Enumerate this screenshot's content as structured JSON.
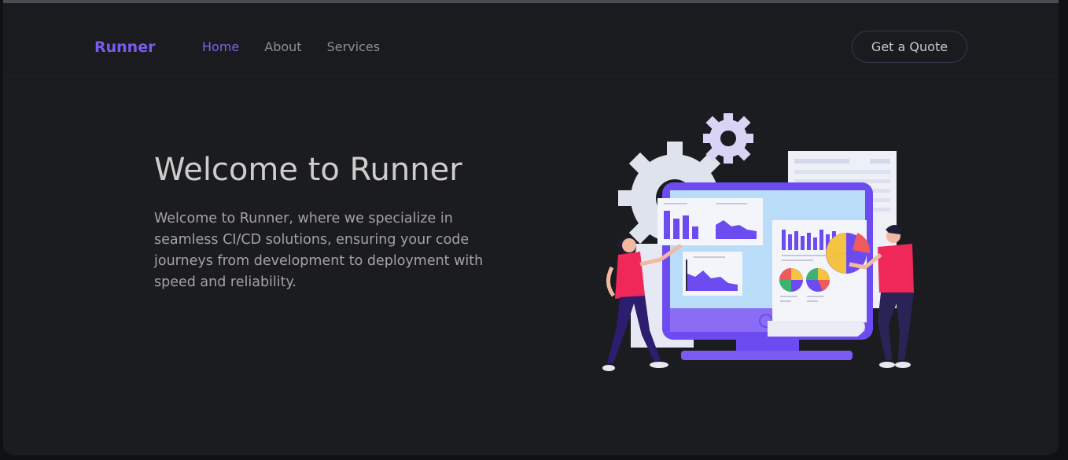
{
  "nav": {
    "brand": "Runner",
    "links": [
      {
        "label": "Home",
        "active": true
      },
      {
        "label": "About",
        "active": false
      },
      {
        "label": "Services",
        "active": false
      }
    ],
    "cta_label": "Get a Quote"
  },
  "hero": {
    "title": "Welcome to Runner",
    "description": "Welcome to Runner, where we specialize in seamless CI/CD solutions, ensuring your code journeys from development to deployment with speed and reliability."
  },
  "colors": {
    "accent": "#7a5cf0",
    "background": "#1b1c1f",
    "text_primary": "#cfcdcb",
    "text_muted": "#a5a3a0"
  }
}
